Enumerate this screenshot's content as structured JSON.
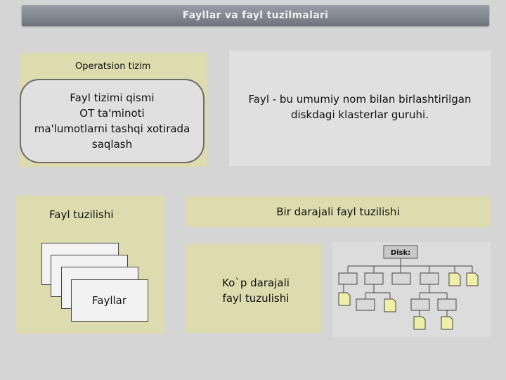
{
  "slide": {
    "title": "Fayllar va fayl tuzilmalari"
  },
  "os_panel": {
    "label": "Operatsion tizim",
    "box_lines": [
      "Fayl tizimi qismi",
      "OT ta'minoti",
      "ma'lumotlarni tashqi xotirada",
      "saqlash"
    ]
  },
  "definition": {
    "line1": "Fayl - bu umumiy nom bilan birlashtirilgan",
    "line2": "diskdagi klasterlar guruhi."
  },
  "structure_panel": {
    "label": "Fayl tuzilishi",
    "stack_label": "Fayllar"
  },
  "single_level": {
    "label": "Bir darajali fayl tuzilishi"
  },
  "multi_level": {
    "line1": "Ko`p darajali",
    "line2": "fayl tuzulishi"
  },
  "disk_diagram": {
    "root_label": "Disk:"
  },
  "colors": {
    "background": "#d5d5d5",
    "panel_yellow": "#dcdcae",
    "panel_gray": "#e0e0e0",
    "title_bar": "#8a8e96",
    "folder_fill": "#d8d8d8",
    "file_fill": "#eef0a8"
  }
}
